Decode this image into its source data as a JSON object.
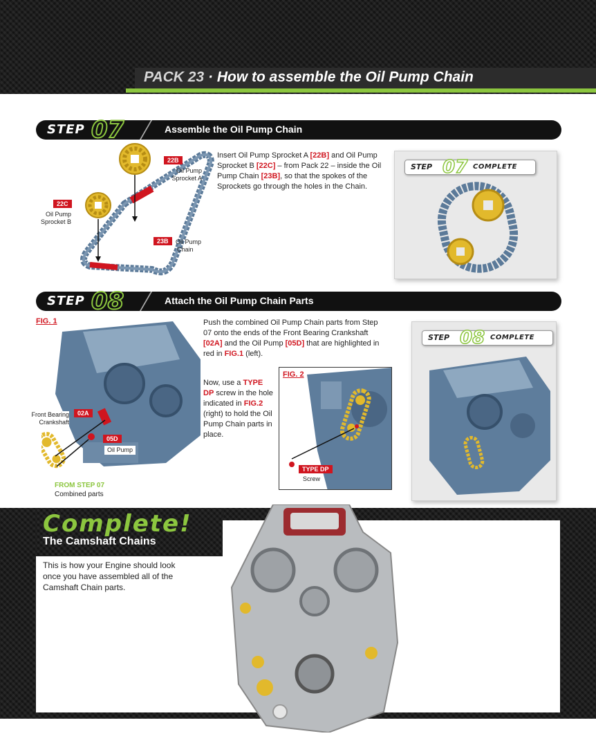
{
  "header": {
    "pack": "PACK 23",
    "separator": "·",
    "title": "How to assemble the Oil Pump Chain"
  },
  "step07": {
    "step_word": "STEP",
    "step_number": "07",
    "title": "Assemble the Oil Pump Chain",
    "text": {
      "p1": "Insert Oil Pump Sprocket A ",
      "c1": "[22B]",
      "p2": " and Oil Pump Sprocket B ",
      "c2": "[22C]",
      "p3": " – from Pack 22 – inside the Oil Pump Chain ",
      "c3": "[23B]",
      "p4": ", so that the spokes of the Sprockets go through the holes in the Chain."
    },
    "labels": {
      "a_code": "22B",
      "a_name1": "Oil Pump",
      "a_name2": "Sprocket A",
      "b_code": "22C",
      "b_name1": "Oil Pump",
      "b_name2": "Sprocket B",
      "chain_code": "23B",
      "chain_name1": "Oil Pump",
      "chain_name2": "Chain"
    },
    "complete": {
      "step": "STEP",
      "number": "07",
      "word": "COMPLETE"
    }
  },
  "step08": {
    "step_word": "STEP",
    "step_number": "08",
    "title": "Attach the Oil Pump Chain Parts",
    "fig1": "FIG. 1",
    "fig2": "FIG. 2",
    "text1": {
      "p1": "Push the combined Oil Pump Chain parts from Step 07 onto the ends of the Front Bearing Crankshaft ",
      "c1": "[02A]",
      "p2": " and the Oil Pump ",
      "c2": "[05D]",
      "p3": " that are highlighted in red in ",
      "c3": "FIG.1",
      "p4": " (left)."
    },
    "text2": {
      "p1": "Now, use a ",
      "c1": "TYPE DP",
      "p2": " screw in the hole indicated in ",
      "c2": "FIG.2",
      "p3": " (right) to hold the Oil Pump Chain parts in place."
    },
    "labels": {
      "crank_code": "02A",
      "crank_name1": "Front Bearing",
      "crank_name2": "Crankshaft",
      "pump_code": "05D",
      "pump_name": "Oil Pump",
      "from_step": "FROM STEP 07",
      "combined": "Combined parts",
      "screw_code": "TYPE DP",
      "screw_name": "Screw"
    },
    "complete": {
      "step": "STEP",
      "number": "08",
      "word": "COMPLETE"
    }
  },
  "complete_section": {
    "title": "Complete!",
    "subtitle": "The Camshaft Chains",
    "text": "This is how your Engine should look once you have assembled all of the Camshaft Chain parts."
  },
  "colors": {
    "accent_green": "#8cc63f",
    "highlight_red": "#d0151f",
    "chain_blue": "#5b7a99",
    "sprocket_gold": "#e2b92c"
  }
}
